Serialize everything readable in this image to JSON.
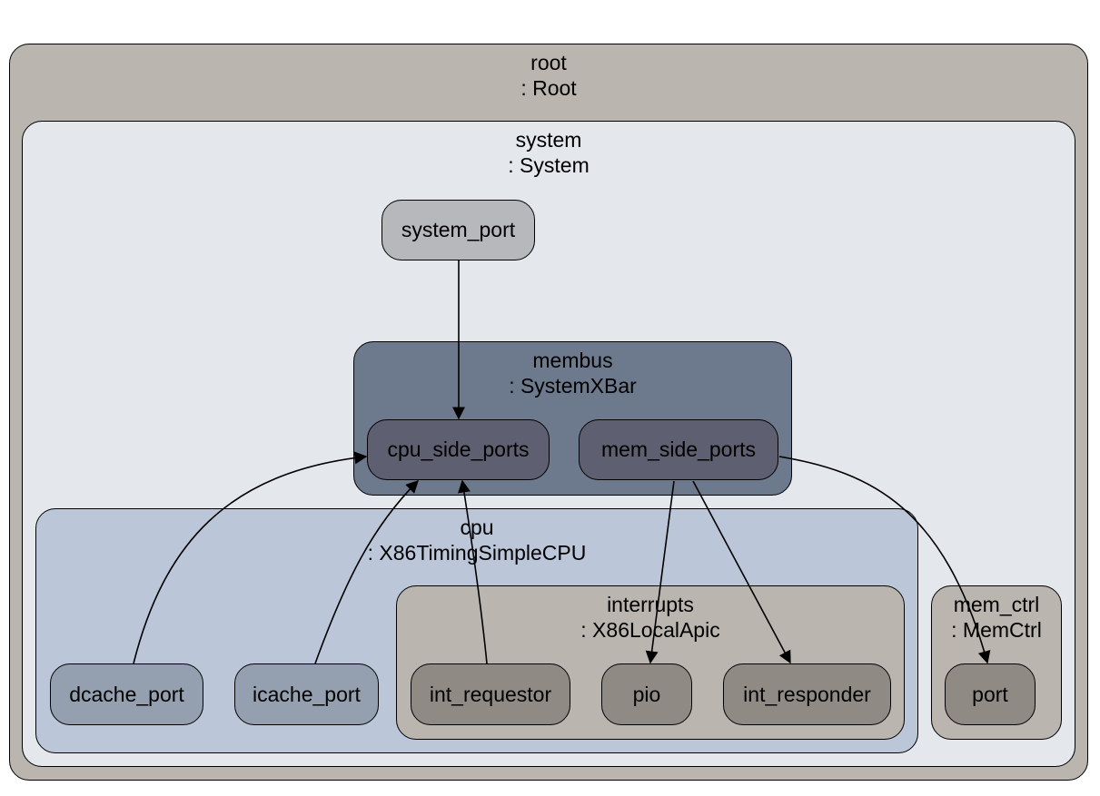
{
  "clusters": {
    "root": {
      "title": "root\n: Root",
      "color": "#bab5ae"
    },
    "system": {
      "title": "system\n: System",
      "color": "#e4e7eb"
    },
    "membus": {
      "title": "membus\n: SystemXBar",
      "color": "#6d798c"
    },
    "cpu": {
      "title": "cpu\n: X86TimingSimpleCPU",
      "color": "#bbc6d9"
    },
    "interrupts": {
      "title": "interrupts\n: X86LocalApic",
      "color": "#bab5ae"
    },
    "mem_ctrl": {
      "title": "mem_ctrl\n: MemCtrl",
      "color": "#bab5ae"
    }
  },
  "nodes": {
    "system_port": {
      "label": "system_port",
      "color": "#b6b8bc"
    },
    "cpu_side_ports": {
      "label": "cpu_side_ports",
      "color": "#5e5f70"
    },
    "mem_side_ports": {
      "label": "mem_side_ports",
      "color": "#5e5f70"
    },
    "dcache_port": {
      "label": "dcache_port",
      "color": "#94a0b0"
    },
    "icache_port": {
      "label": "icache_port",
      "color": "#94a0b0"
    },
    "int_requestor": {
      "label": "int_requestor",
      "color": "#8f8b84"
    },
    "pio": {
      "label": "pio",
      "color": "#8f8b84"
    },
    "int_responder": {
      "label": "int_responder",
      "color": "#8f8b84"
    },
    "port": {
      "label": "port",
      "color": "#8f8b84"
    }
  }
}
